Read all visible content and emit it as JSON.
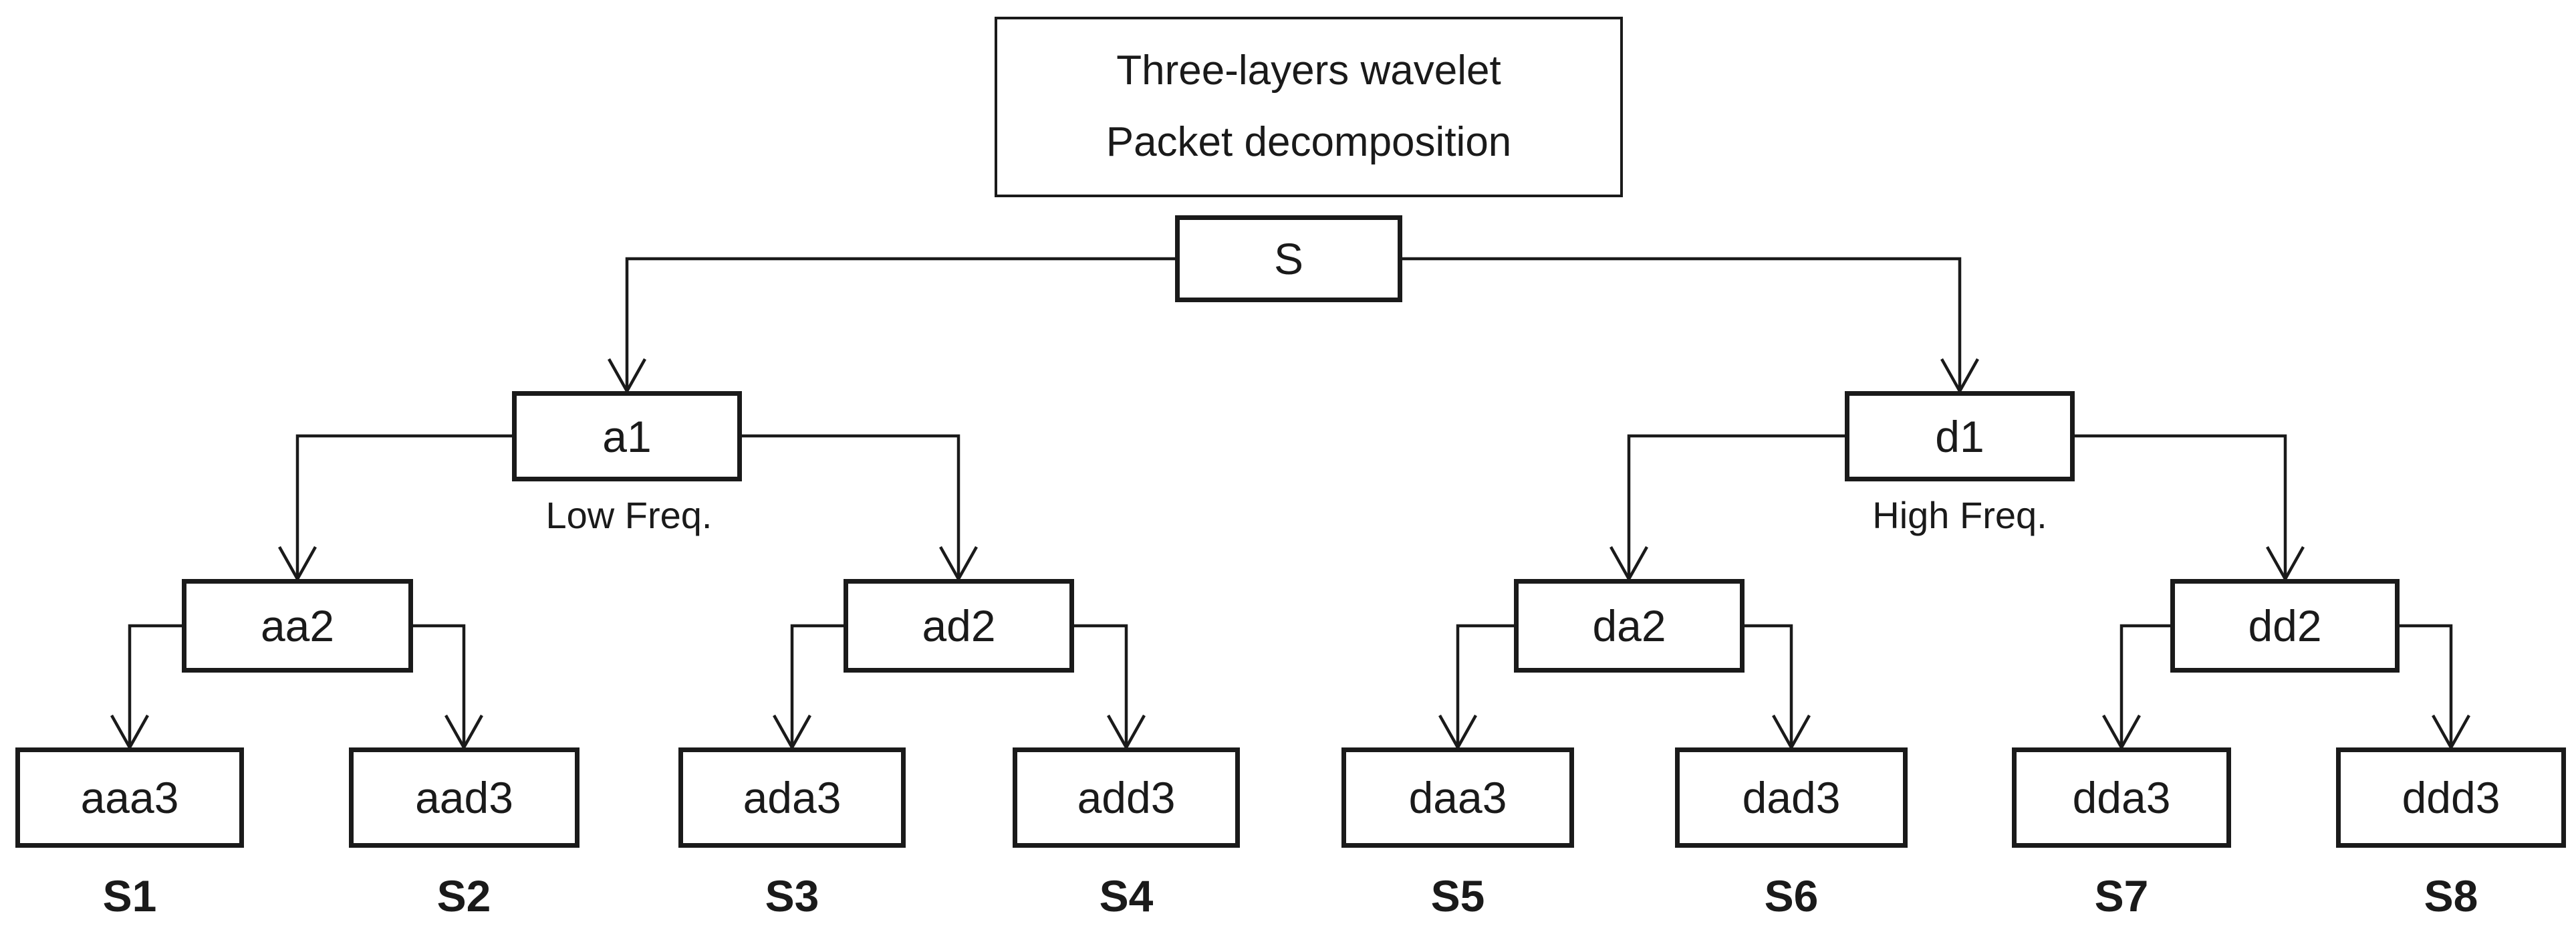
{
  "title_box": {
    "line1": "Three-layers wavelet",
    "line2": "Packet decomposition"
  },
  "tree": {
    "root": {
      "label": "S"
    },
    "level1": [
      {
        "id": "a1",
        "label": "a1",
        "annotation": "Low Freq."
      },
      {
        "id": "d1",
        "label": "d1",
        "annotation": "High Freq."
      }
    ],
    "level2": [
      {
        "id": "aa2",
        "label": "aa2"
      },
      {
        "id": "ad2",
        "label": "ad2"
      },
      {
        "id": "da2",
        "label": "da2"
      },
      {
        "id": "dd2",
        "label": "dd2"
      }
    ],
    "level3": [
      {
        "id": "aaa3",
        "label": "aaa3",
        "signal": "S1"
      },
      {
        "id": "aad3",
        "label": "aad3",
        "signal": "S2"
      },
      {
        "id": "ada3",
        "label": "ada3",
        "signal": "S3"
      },
      {
        "id": "add3",
        "label": "add3",
        "signal": "S4"
      },
      {
        "id": "daa3",
        "label": "daa3",
        "signal": "S5"
      },
      {
        "id": "dad3",
        "label": "dad3",
        "signal": "S6"
      },
      {
        "id": "dda3",
        "label": "dda3",
        "signal": "S7"
      },
      {
        "id": "ddd3",
        "label": "ddd3",
        "signal": "S8"
      }
    ]
  },
  "colors": {
    "background": "#ffffff",
    "line": "#1a1a1a",
    "box_border": "#1a1a1a",
    "text": "#1a1a1a"
  }
}
